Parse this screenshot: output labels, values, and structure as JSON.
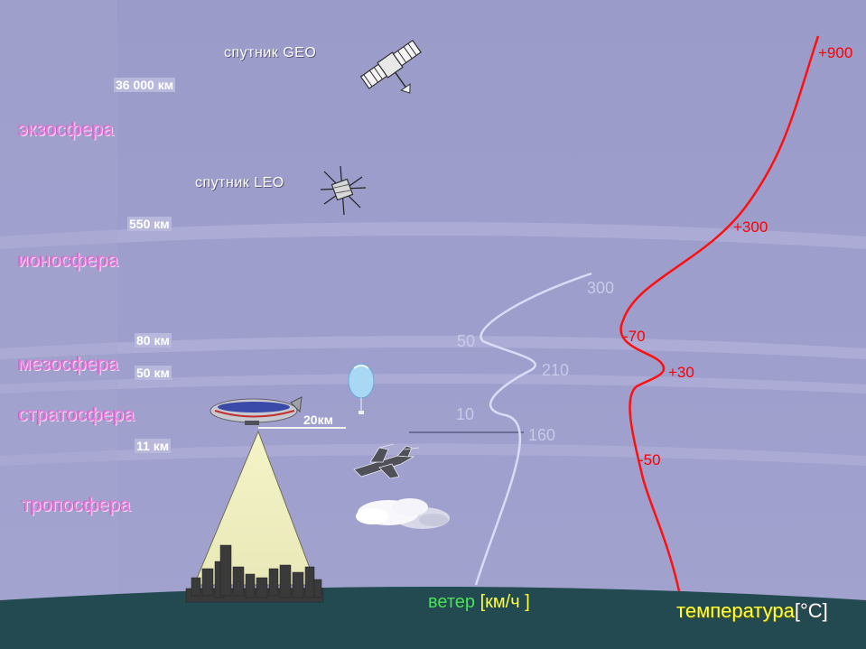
{
  "layers": {
    "exosphere": "экзосфера",
    "ionosphere": "ионосфера",
    "mesosphere": "мезосфера",
    "stratosphere": "стратосфера",
    "troposphere": "тропосфера"
  },
  "altitudes": {
    "geo": "36 000",
    "leo": "550",
    "mesopause": "80",
    "stratopause": "50",
    "balloon": "20",
    "tropopause": "11",
    "unit": "км"
  },
  "satellites": {
    "geo": "спутник GEO",
    "leo": "спутник LEO"
  },
  "wind": {
    "label": "ветер",
    "unit": "[км/ч ]",
    "values": [
      "300",
      "50",
      "210",
      "10",
      "160"
    ]
  },
  "temperature": {
    "label": "температура",
    "unit": "[°C]",
    "values": [
      "+900",
      "+300",
      "-70",
      "+30",
      "-50"
    ]
  },
  "colors": {
    "sky": "#9c9ccc",
    "ground": "#234a50",
    "temperature_line": "#ff0000",
    "wind_line": "#d8dcf4",
    "layer_text": "#e080d8"
  }
}
